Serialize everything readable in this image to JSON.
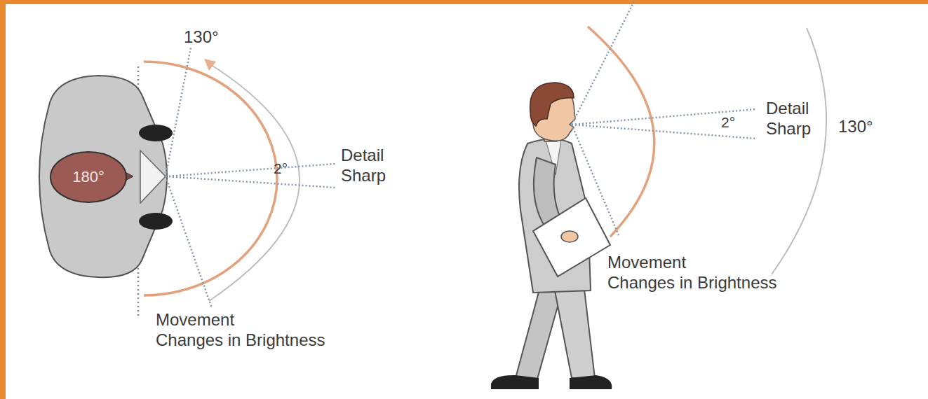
{
  "diagram": {
    "nodes": [
      {
        "text": [
          "180°"
        ]
      }
    ],
    "labels": [
      "130°",
      "2°",
      "Detail Sharp",
      "Movement Changes in Brightness",
      "2°",
      "Detail Sharp",
      "130°",
      "Movement Changes in Brightness"
    ]
  }
}
